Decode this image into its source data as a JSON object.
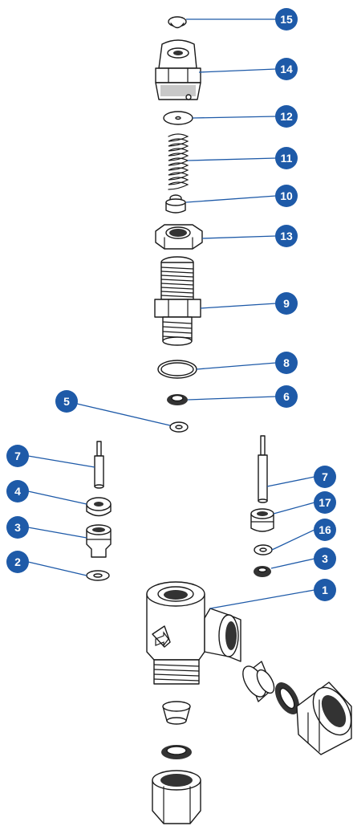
{
  "diagram": {
    "callouts": [
      {
        "id": "c15",
        "label": "15"
      },
      {
        "id": "c14",
        "label": "14"
      },
      {
        "id": "c12",
        "label": "12"
      },
      {
        "id": "c11",
        "label": "11"
      },
      {
        "id": "c10",
        "label": "10"
      },
      {
        "id": "c13",
        "label": "13"
      },
      {
        "id": "c9",
        "label": "9"
      },
      {
        "id": "c8",
        "label": "8"
      },
      {
        "id": "c6",
        "label": "6"
      },
      {
        "id": "c5",
        "label": "5"
      },
      {
        "id": "c7a",
        "label": "7"
      },
      {
        "id": "c7b",
        "label": "7"
      },
      {
        "id": "c4",
        "label": "4"
      },
      {
        "id": "c17",
        "label": "17"
      },
      {
        "id": "c3a",
        "label": "3"
      },
      {
        "id": "c16",
        "label": "16"
      },
      {
        "id": "c2",
        "label": "2"
      },
      {
        "id": "c3b",
        "label": "3"
      },
      {
        "id": "c1",
        "label": "1"
      }
    ],
    "colors": {
      "callout_fill": "#1e5aa8",
      "callout_text": "#ffffff",
      "leader": "#1e5aa8",
      "outline": "#1a1a1a"
    }
  }
}
